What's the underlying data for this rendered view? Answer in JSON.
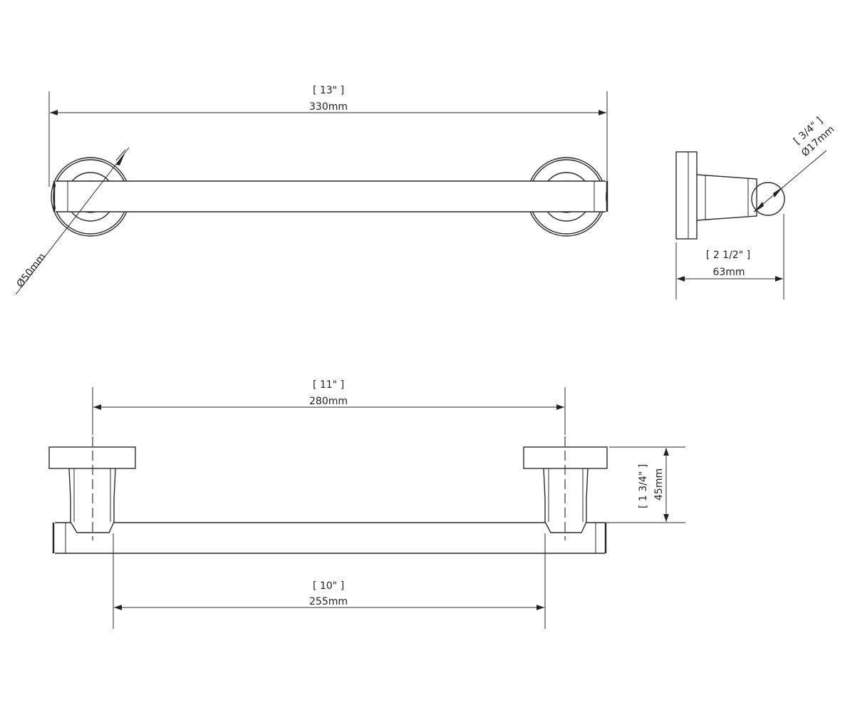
{
  "dimensions": {
    "overall_length": {
      "inch": "13\"",
      "mm": "330mm"
    },
    "flange_diameter": {
      "mm": "Ø50mm"
    },
    "bar_diameter": {
      "inch": "3/4\"",
      "mm": "Ø17mm"
    },
    "projection": {
      "inch": "2 1/2\"",
      "mm": "63mm"
    },
    "center_to_center": {
      "inch": "11\"",
      "mm": "280mm"
    },
    "mount_height": {
      "inch": "1 3/4\"",
      "mm": "45mm"
    },
    "inner_length": {
      "inch": "10\"",
      "mm": "255mm"
    }
  }
}
